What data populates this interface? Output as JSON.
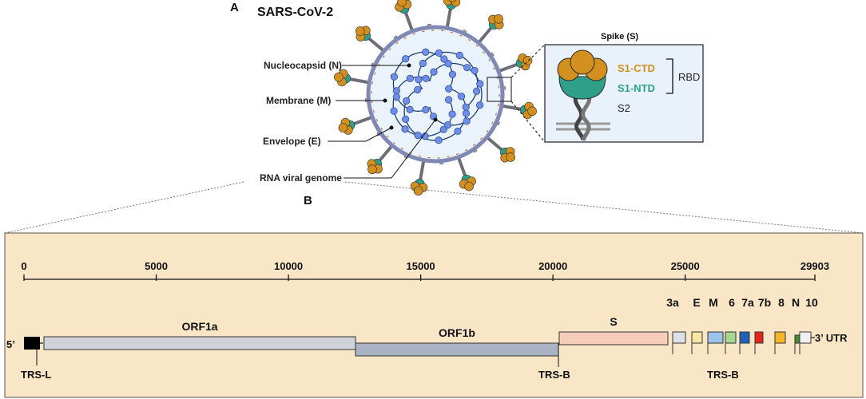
{
  "panel_a": {
    "letter": "A",
    "title": "SARS-CoV-2",
    "labels": {
      "nucleocapsid": "Nucleocapsid (N)",
      "membrane": "Membrane (M)",
      "envelope": "Envelope (E)",
      "rna": "RNA viral genome"
    },
    "spike": {
      "title": "Spike (S)",
      "s1_ctd": "S1-CTD",
      "s1_ntd": "S1-NTD",
      "s2": "S2",
      "rbd": "RBD",
      "colors": {
        "ctd": "#d4901f",
        "ntd": "#2ea08a"
      }
    }
  },
  "panel_b": {
    "letter": "B",
    "ruler": {
      "start": 0,
      "end": 29903,
      "ticks": [
        {
          "value": 0,
          "label": "0"
        },
        {
          "value": 5000,
          "label": "5000"
        },
        {
          "value": 10000,
          "label": "10000"
        },
        {
          "value": 15000,
          "label": "15000"
        },
        {
          "value": 20000,
          "label": "20000"
        },
        {
          "value": 25000,
          "label": "25000"
        },
        {
          "value": 29903,
          "label": "29903"
        }
      ]
    },
    "five_prime": "5’",
    "three_prime": "3’ UTR",
    "trs_l": "TRS-L",
    "trs_b_1": "TRS-B",
    "trs_b_2": "TRS-B",
    "genes": [
      {
        "name": "ORF1a",
        "start": 266,
        "end": 13483,
        "color": "#cfd2d8"
      },
      {
        "name": "ORF1b",
        "start": 13468,
        "end": 21555,
        "color": "#a9b3c3"
      },
      {
        "name": "S",
        "start": 21563,
        "end": 25384,
        "color": "#f6cdb8"
      },
      {
        "name": "3a",
        "start": 25393,
        "end": 26220,
        "color": "#dde0e6"
      },
      {
        "name": "E",
        "start": 26245,
        "end": 26472,
        "color": "#f6e6a0"
      },
      {
        "name": "M",
        "start": 26523,
        "end": 27191,
        "color": "#9ec3ea"
      },
      {
        "name": "6",
        "start": 27202,
        "end": 27387,
        "color": "#a6d891"
      },
      {
        "name": "7a",
        "start": 27394,
        "end": 27759,
        "color": "#1f62b8"
      },
      {
        "name": "7b",
        "start": 27756,
        "end": 27887,
        "color": "#e3251c"
      },
      {
        "name": "8",
        "start": 27894,
        "end": 28259,
        "color": "#f4b526"
      },
      {
        "name": "N",
        "start": 28274,
        "end": 29533,
        "color": "#4a8a31"
      },
      {
        "name": "10",
        "start": 29558,
        "end": 29674,
        "color": "#eef0f4"
      }
    ]
  }
}
